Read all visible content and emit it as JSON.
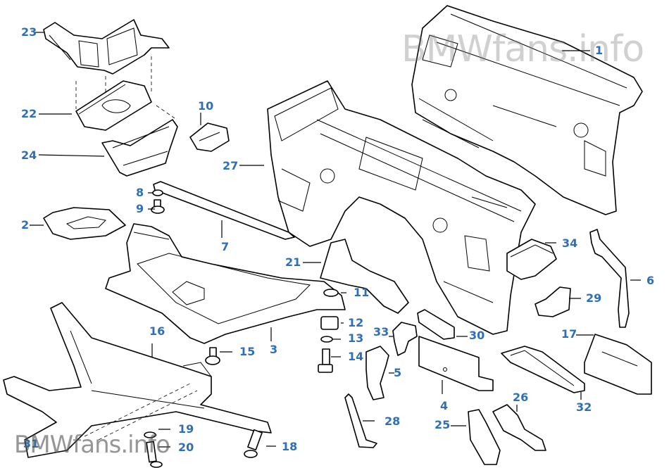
{
  "diagram": {
    "title": "Firewall / bulkhead and floor parts exploded view",
    "label_color": "#2f6fb6",
    "line_color": "#000000",
    "background": "#ffffff"
  },
  "watermarks": {
    "top": "BMWfans.info",
    "bottom": "BMWfans.info"
  },
  "callouts": {
    "c1": "1",
    "c2": "2",
    "c3": "3",
    "c4": "4",
    "c5": "5",
    "c6": "6",
    "c7": "7",
    "c8": "8",
    "c9": "9",
    "c10": "10",
    "c11": "11",
    "c12": "12",
    "c13": "13",
    "c14": "14",
    "c15": "15",
    "c16": "16",
    "c17": "17",
    "c18": "18",
    "c19": "19",
    "c20": "20",
    "c21": "21",
    "c22": "22",
    "c23": "23",
    "c24": "24",
    "c25": "25",
    "c26": "26",
    "c27": "27",
    "c28": "28",
    "c29": "29",
    "c30": "30",
    "c31": "31",
    "c32": "32",
    "c33": "33",
    "c34": "34"
  }
}
